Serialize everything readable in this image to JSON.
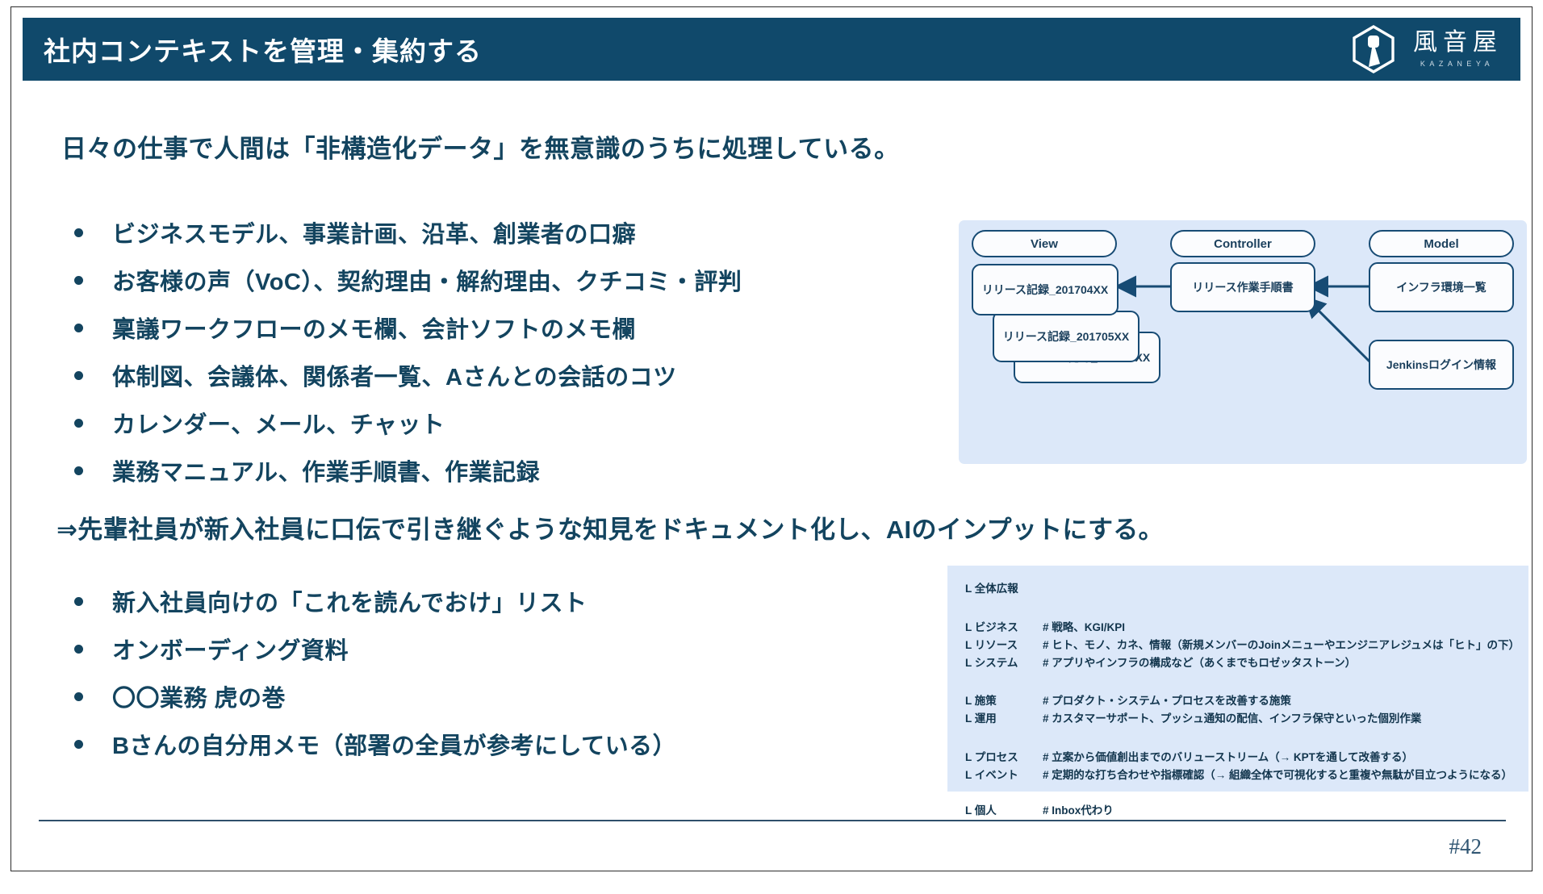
{
  "header": {
    "title": "社内コンテキストを管理・集約する",
    "brand_name": "風音屋",
    "brand_sub": "KAZANEYA",
    "bar_color": "#10496b"
  },
  "content": {
    "lead": "日々の仕事で人間は「非構造化データ」を無意識のうちに処理している。",
    "bullets_first": [
      "ビジネスモデル、事業計画、沿革、創業者の口癖",
      "お客様の声（VoC）、契約理由・解約理由、クチコミ・評判",
      "稟議ワークフローのメモ欄、会計ソフトのメモ欄",
      "体制図、会議体、関係者一覧、Aさんとの会話のコツ",
      "カレンダー、メール、チャット",
      "業務マニュアル、作業手順書、作業記録"
    ],
    "conclusion": "⇒先輩社員が新入社員に口伝で引き継ぐような知見をドキュメント化し、AIのインプットにする。",
    "bullets_second": [
      "新入社員向けの「これを読んでおけ」リスト",
      "オンボーディング資料",
      "〇〇業務 虎の巻",
      "Bさんの自分用メモ（部署の全員が参考にしている）"
    ],
    "text_color": "#13445f"
  },
  "diagram": {
    "background": "#dce8f9",
    "border_color": "#174b74",
    "columns": [
      {
        "label": "View"
      },
      {
        "label": "Controller"
      },
      {
        "label": "Model"
      }
    ],
    "nodes": [
      {
        "label": "リリース記録_201704XX"
      },
      {
        "label": "リリース記録_201705XX"
      },
      {
        "label": "リリース記録_201706XX"
      },
      {
        "label": "リリース作業手順書"
      },
      {
        "label": "インフラ環境一覧"
      },
      {
        "label": "Jenkinsログイン情報"
      }
    ]
  },
  "outline": {
    "background": "#dce8f9",
    "rows_top": [
      {
        "key": "L 全体広報",
        "value": ""
      }
    ],
    "rows_mid": [
      {
        "key": "L ビジネス",
        "value": "# 戦略、KGI/KPI"
      },
      {
        "key": "L リソース",
        "value": "# ヒト、モノ、カネ、情報（新規メンバーのJoinメニューやエンジニアレジュメは「ヒト」の下）"
      },
      {
        "key": "L システム",
        "value": "# アプリやインフラの構成など（あくまでもロゼッタストーン）"
      }
    ],
    "rows_mid2": [
      {
        "key": "L 施策",
        "value": "# プロダクト・システム・プロセスを改善する施策"
      },
      {
        "key": "L 運用",
        "value": "# カスタマーサポート、プッシュ通知の配信、インフラ保守といった個別作業"
      }
    ],
    "rows_mid3": [
      {
        "key": "L プロセス",
        "value": "# 立案から価値創出までのバリューストリーム（→ KPTを通して改善する）"
      },
      {
        "key": "L イベント",
        "value": "# 定期的な打ち合わせや指標確認（→ 組織全体で可視化すると重複や無駄が目立つようになる）"
      }
    ],
    "rows_bottom": [
      {
        "key": "L 個人",
        "value": "# Inbox代わり"
      }
    ]
  },
  "footer": {
    "page_number": "#42"
  }
}
